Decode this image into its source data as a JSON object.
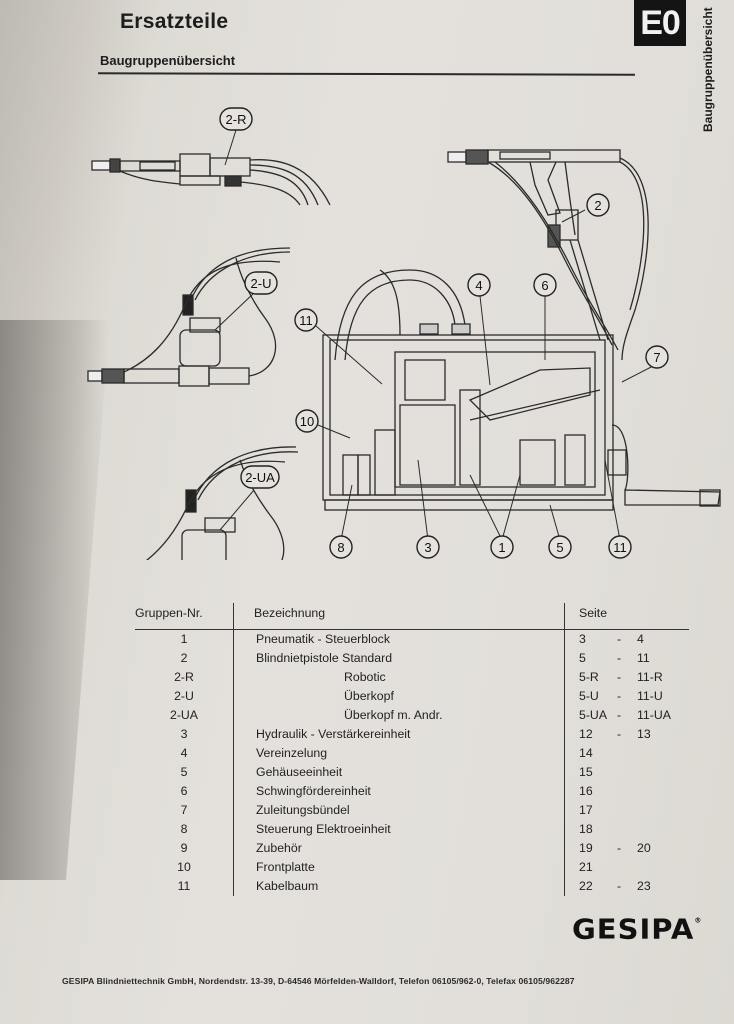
{
  "header": {
    "title": "Ersatzteile",
    "subtitle": "Baugruppenübersicht",
    "section_badge": "E0",
    "side_tab": "Baugruppenübersicht"
  },
  "diagram": {
    "callouts": {
      "c_2r": "2-R",
      "c_2u": "2-U",
      "c_2ua": "2-UA",
      "c_2": "2",
      "c_4": "4",
      "c_6": "6",
      "c_11a": "11",
      "c_7": "7",
      "c_10": "10",
      "c_8": "8",
      "c_3": "3",
      "c_1": "1",
      "c_5": "5",
      "c_11b": "11"
    }
  },
  "table": {
    "headers": {
      "group": "Gruppen-Nr.",
      "name": "Bezeichnung",
      "page": "Seite"
    },
    "rows": [
      {
        "group": "1",
        "name": "Pneumatik - Steuerblock",
        "from": "3",
        "sep": "-",
        "to": "4"
      },
      {
        "group": "2",
        "name": "Blindnietpistole Standard",
        "from": "5",
        "sep": "-",
        "to": "11"
      },
      {
        "group": "2-R",
        "name": "Robotic",
        "from": "5-R",
        "sep": "-",
        "to": "11-R"
      },
      {
        "group": "2-U",
        "name": "Überkopf",
        "from": "5-U",
        "sep": "-",
        "to": "11-U"
      },
      {
        "group": "2-UA",
        "name": "Überkopf m. Andr.",
        "from": "5-UA",
        "sep": "-",
        "to": "11-UA"
      },
      {
        "group": "3",
        "name": "Hydraulik - Verstärkereinheit",
        "from": "12",
        "sep": "-",
        "to": "13"
      },
      {
        "group": "4",
        "name": "Vereinzelung",
        "from": "14",
        "sep": "",
        "to": ""
      },
      {
        "group": "5",
        "name": "Gehäuseeinheit",
        "from": "15",
        "sep": "",
        "to": ""
      },
      {
        "group": "6",
        "name": "Schwingfördereinheit",
        "from": "16",
        "sep": "",
        "to": ""
      },
      {
        "group": "7",
        "name": "Zuleitungsbündel",
        "from": "17",
        "sep": "",
        "to": ""
      },
      {
        "group": "8",
        "name": "Steuerung Elektroeinheit",
        "from": "18",
        "sep": "",
        "to": ""
      },
      {
        "group": "9",
        "name": "Zubehör",
        "from": "19",
        "sep": "-",
        "to": "20"
      },
      {
        "group": "10",
        "name": "Frontplatte",
        "from": "21",
        "sep": "",
        "to": ""
      },
      {
        "group": "11",
        "name": "Kabelbaum",
        "from": "22",
        "sep": "-",
        "to": "23"
      }
    ]
  },
  "brand": {
    "logo": "GESIPA",
    "registered": "®"
  },
  "footer": {
    "address": "GESIPA Blindniettechnik GmbH, Nordendstr. 13-39, D-64546 Mörfelden-Walldorf, Telefon 06105/962-0, Telefax 06105/962287"
  }
}
